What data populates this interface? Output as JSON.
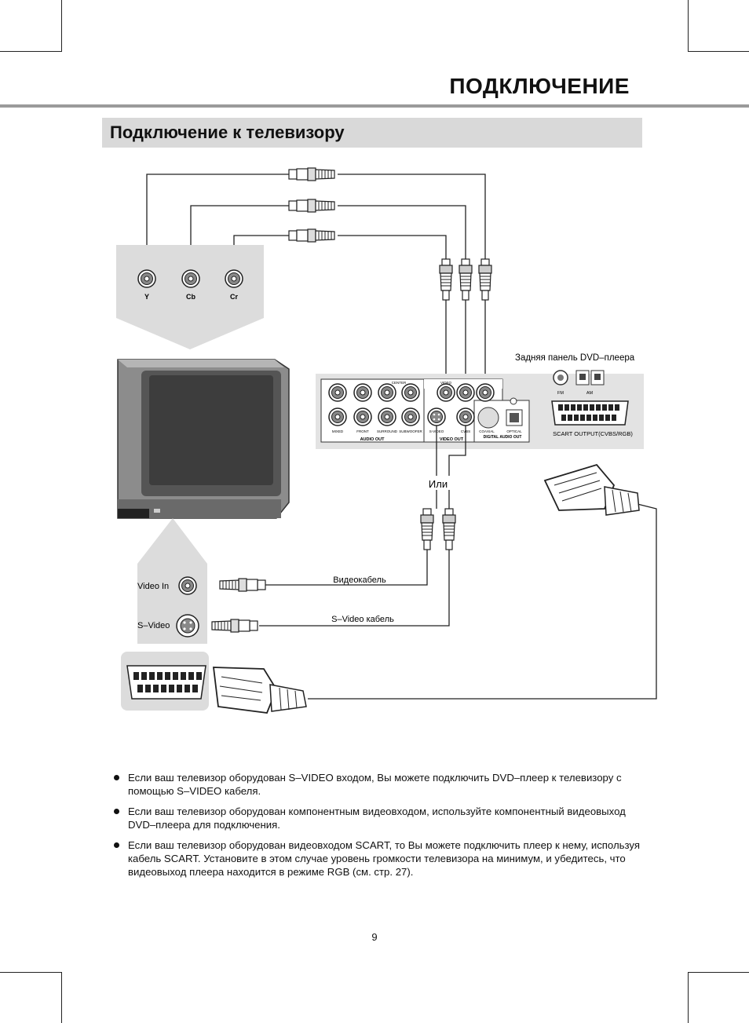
{
  "header": {
    "title": "ПОДКЛЮЧЕНИЕ"
  },
  "section": {
    "title": "Подключение к телевизору"
  },
  "diagram": {
    "component_labels": [
      "Y",
      "Cb",
      "Cr"
    ],
    "rear_panel_label": "Задняя панель DVD–плеера",
    "or_label": "Или",
    "video_in_label": "Video In",
    "s_video_label": "S–Video",
    "video_cable_label": "Видеокабель",
    "s_video_cable_label": "S–Video кабель",
    "panel_texts": {
      "audio_out": "AUDIO OUT",
      "video_out": "VIDEO OUT",
      "digital_audio_out": "DIGITAL AUDIO OUT",
      "coaxial": "COAXIAL",
      "optical": "OPTICAL",
      "s_video": "S-VIDEO",
      "cvbs": "CVBS",
      "video": "VIDEO",
      "center": "CENTER",
      "front": "FRONT",
      "surround": "SURROUND",
      "subwoofer": "SUBWOOFER",
      "mixed": "MIXED",
      "fm": "FM",
      "am": "AM",
      "scart_output": "SCART OUTPUT(CVBS/RGB)"
    }
  },
  "notes": [
    "Если ваш телевизор оборудован S–VIDEO входом, Вы можете подключить DVD–плеер к телевизору с помощью S–VIDEO кабеля.",
    "Если ваш телевизор оборудован компонентным видеовходом, используйте компонентный видеовыход DVD–плеера для подключения.",
    "Если ваш телевизор оборудован видеовходом SCART, то Вы можете подключить плеер к нему, используя кабель SCART. Установите в этом случае уровень громкости телевизора на минимум, и убедитесь, что видеовыход плеера находится в режиме RGB (см. стр. 27)."
  ],
  "page_number": "9"
}
